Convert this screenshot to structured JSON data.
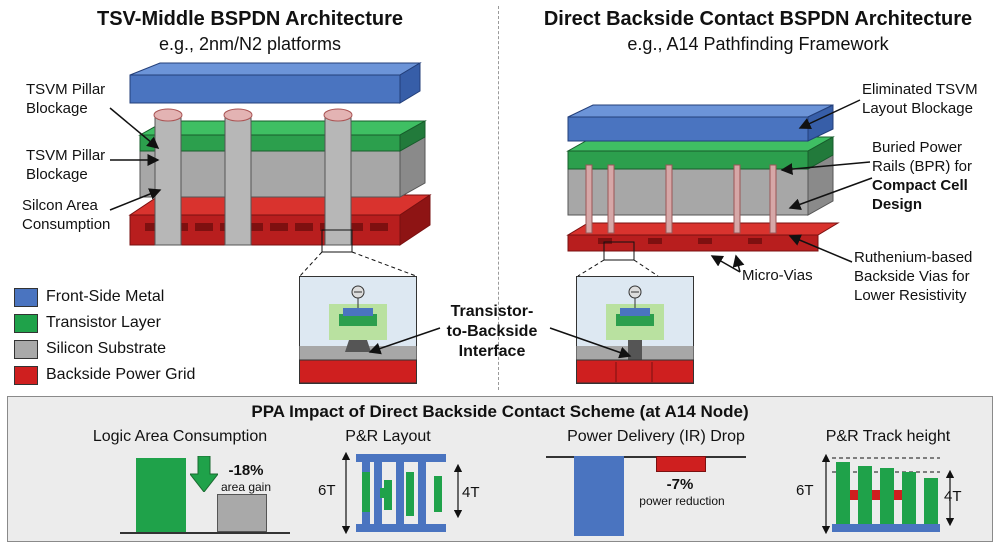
{
  "left": {
    "title": "TSV-Middle BSPDN Architecture",
    "subtitle": "e.g., 2nm/N2 platforms",
    "callouts": [
      "TSVM Pillar\nBlockage",
      "TSVM Pillar\nBlockage",
      "Silcon Area\nConsumption"
    ]
  },
  "right": {
    "title": "Direct Backside Contact BSPDN Architecture",
    "subtitle": "e.g., A14 Pathfinding Framework",
    "callout_eliminated": "Eliminated TSVM\nLayout Blockage",
    "callout_bpr": "Buried Power\nRails (BPR) for",
    "callout_bpr_bold": "Compact Cell\nDesign",
    "callout_microvias": "Micro-Vias",
    "callout_ruthenium": "Ruthenium-based\nBackside Vias for\nLower Resistivity"
  },
  "legend": [
    {
      "label": "Front-Side Metal",
      "color": "#4a74c0"
    },
    {
      "label": "Transistor Layer",
      "color": "#1fa24a"
    },
    {
      "label": "Silicon Substrate",
      "color": "#a9a9a9"
    },
    {
      "label": "Backside Power Grid",
      "color": "#cf1f1f"
    }
  ],
  "interface_label": "Transistor-\nto-Backside\nInterface",
  "ppa": {
    "title": "PPA Impact of Direct Backside Contact Scheme (at A14 Node)",
    "logic_area": {
      "label": "Logic Area Consumption",
      "value": "-18%",
      "note": "area gain"
    },
    "pr_layout": {
      "label": "P&R Layout",
      "left_height": "6T",
      "right_height": "4T"
    },
    "power_delivery": {
      "label": "Power Delivery (IR) Drop",
      "value": "-7%",
      "note": "power reduction"
    },
    "track_height": {
      "label": "P&R Track height",
      "left_height": "6T",
      "right_height": "4T"
    }
  }
}
